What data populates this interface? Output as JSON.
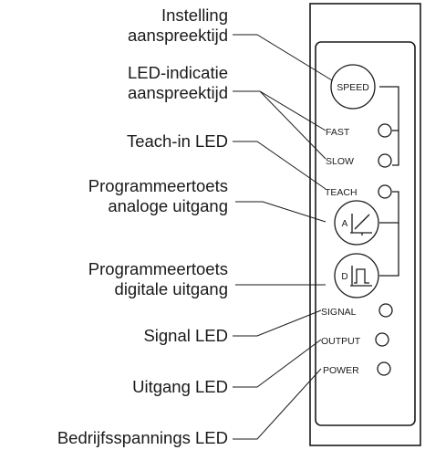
{
  "callouts": [
    {
      "id": "speed-setting",
      "lines": [
        "Instelling",
        "aanspreektijd"
      ]
    },
    {
      "id": "led-indication",
      "lines": [
        "LED-indicatie",
        "aanspreektijd"
      ]
    },
    {
      "id": "teach-in-led",
      "lines": [
        "Teach-in LED"
      ]
    },
    {
      "id": "prog-analog",
      "lines": [
        "Programmeertoets",
        "analoge uitgang"
      ]
    },
    {
      "id": "prog-digital",
      "lines": [
        "Programmeertoets",
        "digitale uitgang"
      ]
    },
    {
      "id": "signal-led",
      "lines": [
        "Signal LED"
      ]
    },
    {
      "id": "output-led",
      "lines": [
        "Uitgang LED"
      ]
    },
    {
      "id": "power-led",
      "lines": [
        "Bedrijfsspannings LED"
      ]
    }
  ],
  "panel": {
    "speed_button": "SPEED",
    "fast": "FAST",
    "slow": "SLOW",
    "teach": "TEACH",
    "analog_button_letter": "A",
    "digital_button_letter": "D",
    "signal": "SIGNAL",
    "output": "OUTPUT",
    "power": "POWER"
  }
}
